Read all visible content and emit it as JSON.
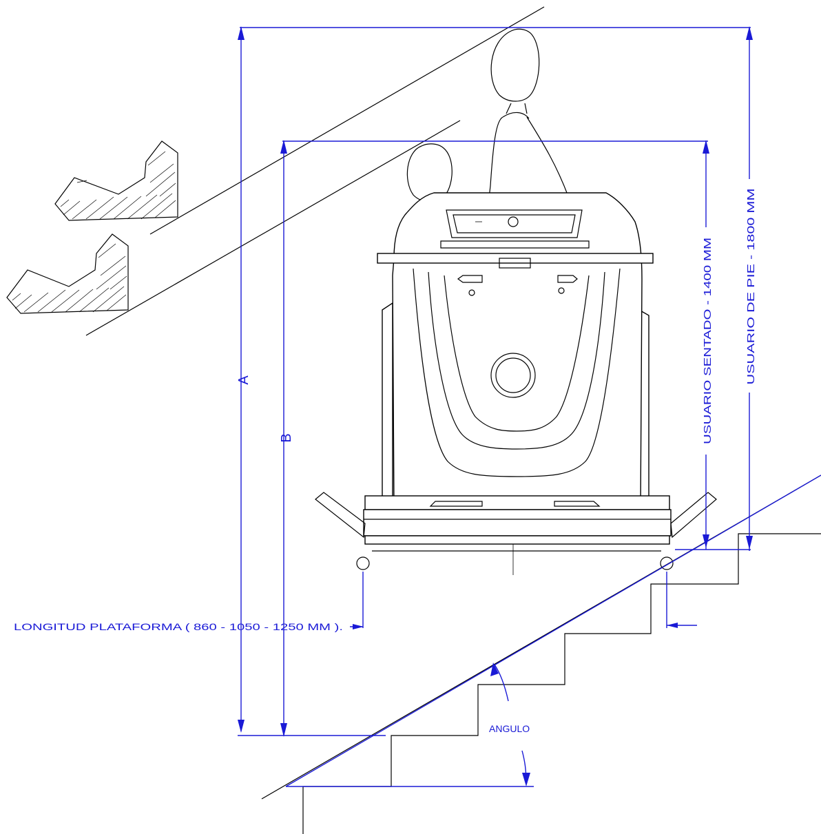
{
  "labels": {
    "dim_a": "A",
    "dim_b": "B",
    "seated_user": "USUARIO SENTADO - 1400 MM",
    "standing_user": "USUARIO  DE  PIE - 1800 MM",
    "platform_length": "LONGITUD  PLATAFORMA ( 860 - 1050 - 1250 MM ).",
    "angle": "ANGULO"
  },
  "colors": {
    "dimension": "#1a1ad6",
    "outline": "#000000",
    "background": "#ffffff"
  }
}
